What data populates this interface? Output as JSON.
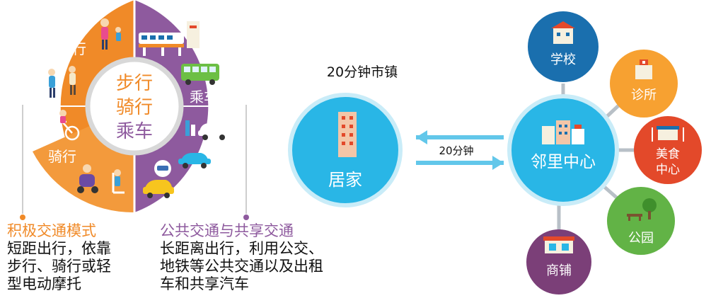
{
  "left_wheel": {
    "center_lines": [
      "步行",
      "骑行",
      "乘车"
    ],
    "walk_label": "步行",
    "cycle_label": "骑行",
    "ride_label": "乘车"
  },
  "active_mode": {
    "title": "积极交通模式",
    "lines": [
      "短距出行，依靠",
      "步行、骑行或轻",
      "型电动摩托"
    ]
  },
  "public_mode": {
    "title": "公共交通与共享交通",
    "lines": [
      "长距离出行，利用公交、",
      "地铁等公共交通以及出租",
      "车和共享汽车"
    ]
  },
  "town_title": "20分钟市镇",
  "home_label": "居家",
  "travel_time_label": "20分钟",
  "hub_label": "邻里中心",
  "satellites": {
    "school": "学校",
    "clinic": "诊所",
    "food_line1": "美食",
    "food_line2": "中心",
    "park": "公园",
    "shop": "商铺"
  },
  "colors": {
    "orange": "#f08a28",
    "purple": "#8e5a9e",
    "cyan": "#29b6e6",
    "school_blue": "#1a6fae",
    "clinic_orange": "#f7a131",
    "food_red": "#e3492a",
    "park_green": "#62b346",
    "shop_purple": "#7b3f78"
  }
}
